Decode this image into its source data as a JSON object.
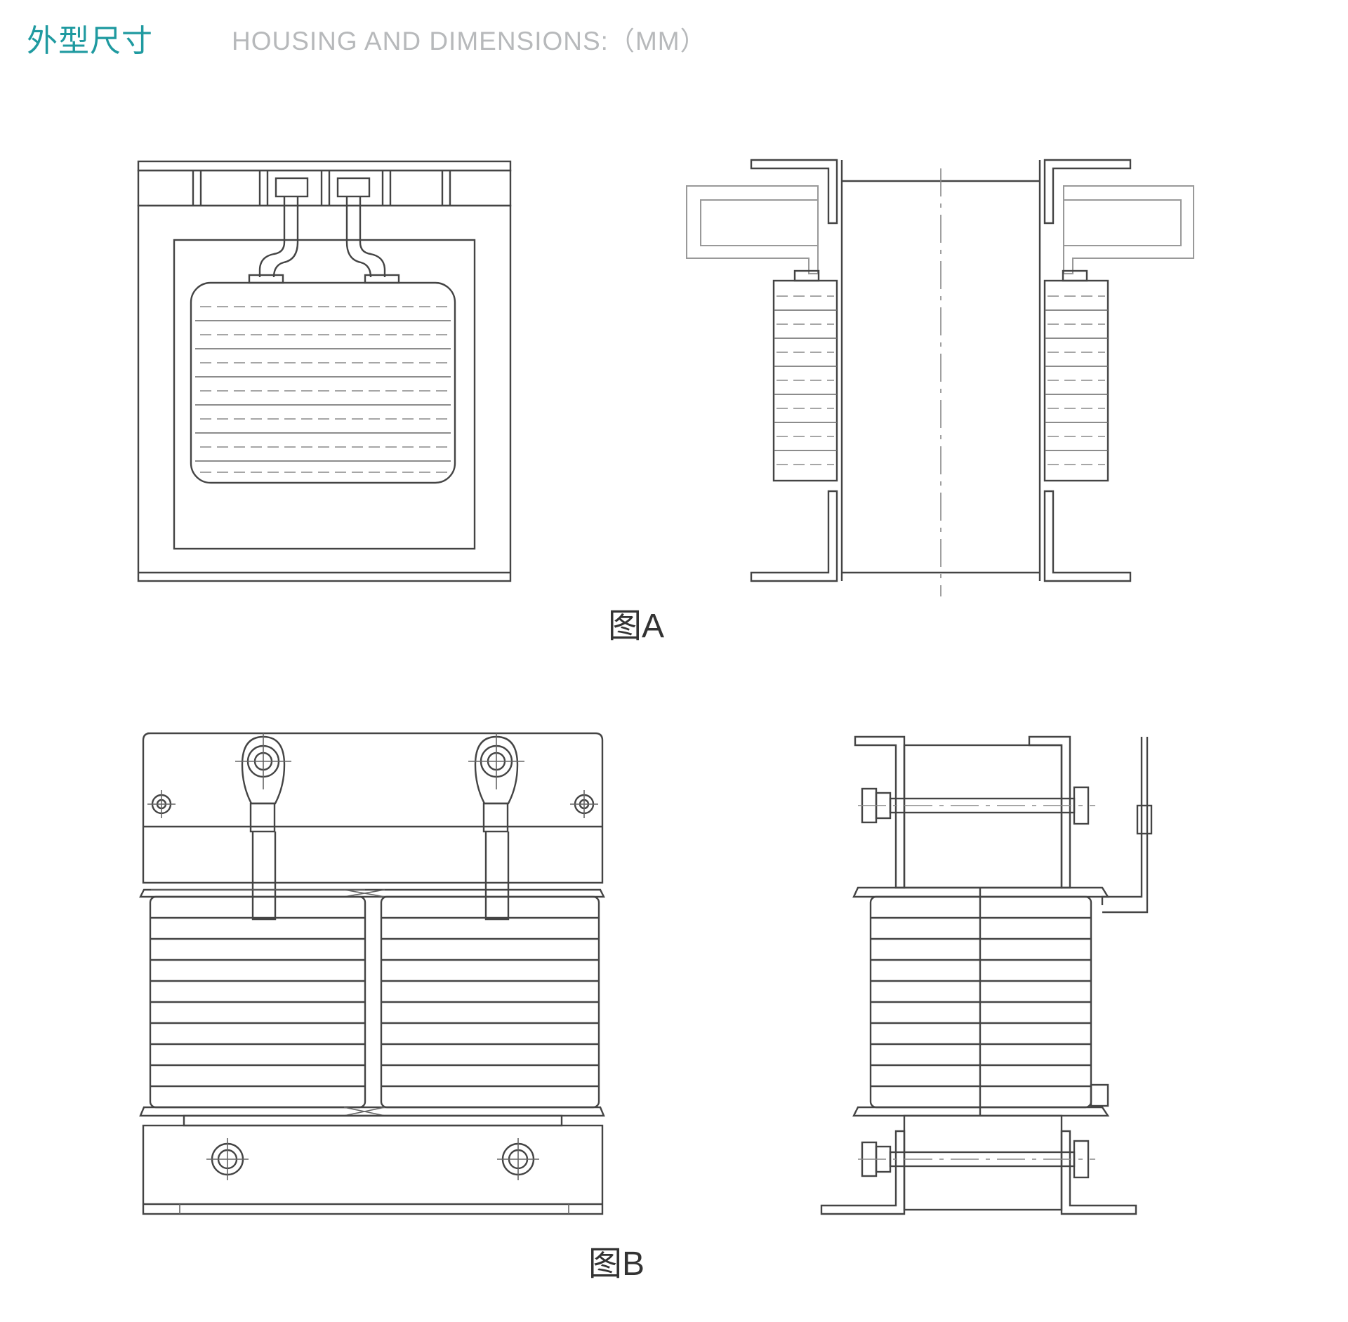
{
  "header": {
    "title_cn": "外型尺寸",
    "title_en": "HOUSING AND DIMENSIONS:（MM）"
  },
  "figures": {
    "a": {
      "caption": "图A"
    },
    "b": {
      "caption": "图B"
    }
  },
  "colors": {
    "accent": "#1f9aa0",
    "subtitle": "#b7b9bb",
    "line": "#444444",
    "light_line": "#999999"
  }
}
